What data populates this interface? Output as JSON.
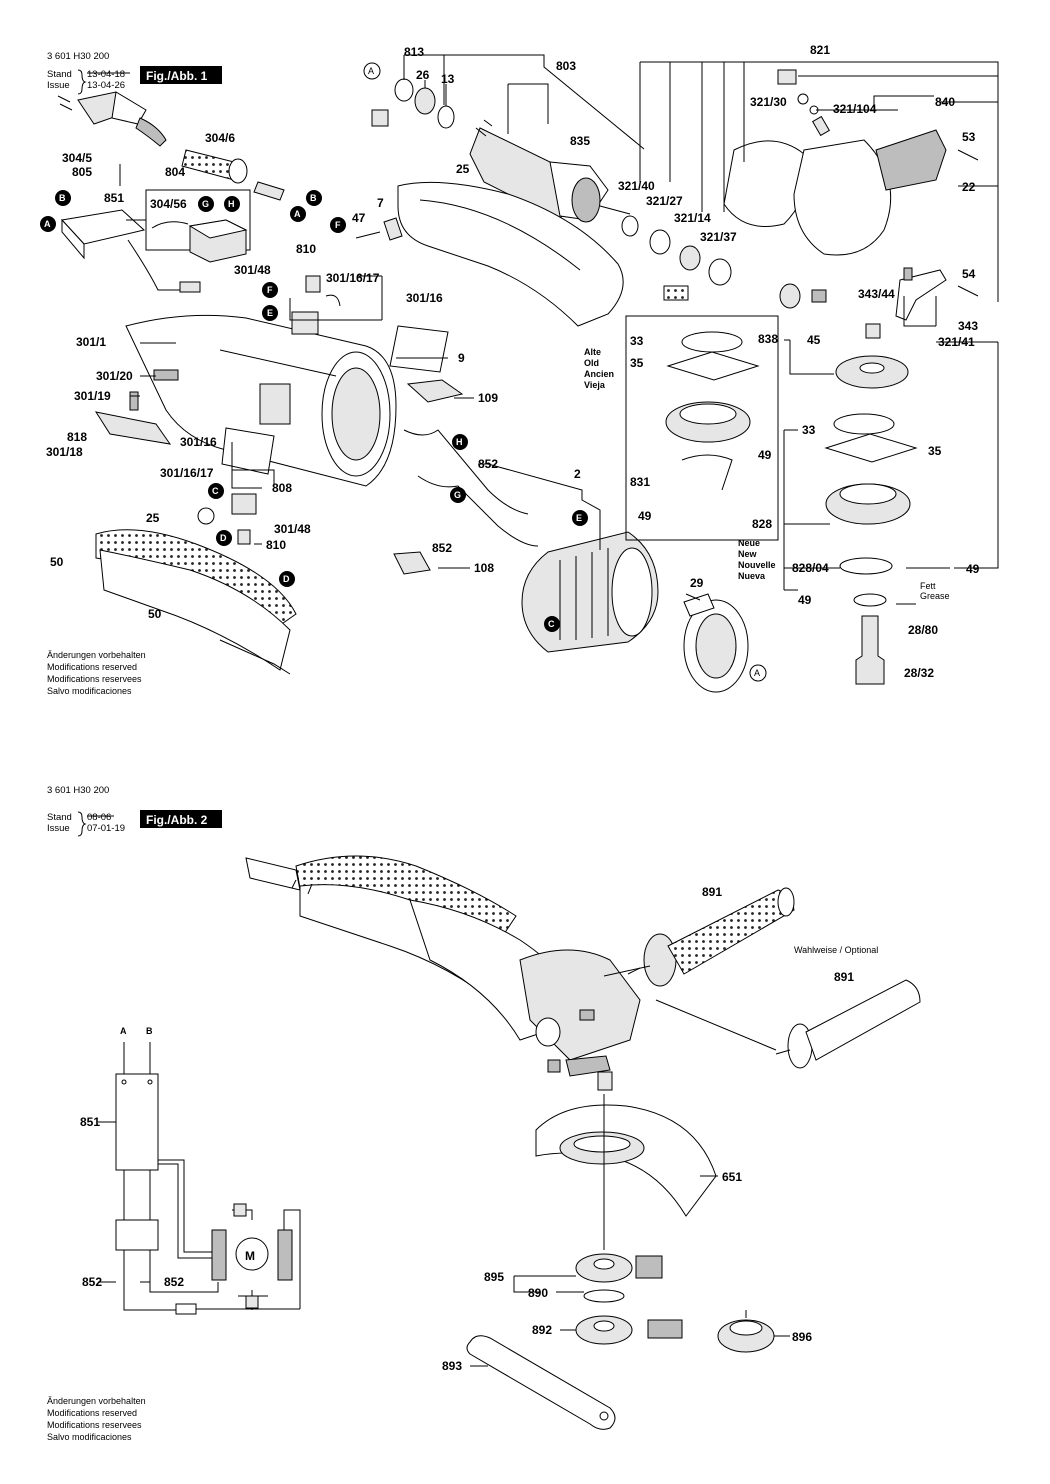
{
  "fig1": {
    "doc_number": "3 601 H30 200",
    "stand_label": "Stand",
    "issue_label": "Issue",
    "stand_old": "13-04-18",
    "stand_new": "13-04-26",
    "title": "Fig./Abb. 1",
    "footer": [
      "Änderungen vorbehalten",
      "Modifications reserved",
      "Modifications reservees",
      "Salvo modificaciones"
    ],
    "alt_legend": [
      "Alte",
      "Old",
      "Ancien",
      "Vieja"
    ],
    "new_legend": [
      "Neue",
      "New",
      "Nouvelle",
      "Nueva"
    ],
    "grease_note": [
      "Fett",
      "Grease"
    ],
    "markers": [
      "A",
      "B",
      "C",
      "D",
      "E",
      "F",
      "G",
      "H"
    ],
    "parts": {
      "p813": "813",
      "p26": "26",
      "p13": "13",
      "p803": "803",
      "p821": "821",
      "p835": "835",
      "p321_30": "321/30",
      "p321_104": "321/104",
      "p840": "840",
      "p53": "53",
      "p22": "22",
      "p304_6": "304/6",
      "p304_5": "304/5",
      "p805": "805",
      "p804": "804",
      "p304_56": "304/56",
      "p851": "851",
      "p25a": "25",
      "p7": "7",
      "p47": "47",
      "p321_40": "321/40",
      "p321_27": "321/27",
      "p321_14": "321/14",
      "p321_37": "321/37",
      "p810a": "810",
      "p301_48a": "301/48",
      "p301_16_17a": "301/16/17",
      "p301_16a": "301/16",
      "p54": "54",
      "p343_44": "343/44",
      "p343": "343",
      "p321_41": "321/41",
      "p838": "838",
      "p45": "45",
      "p301_1": "301/1",
      "p9": "9",
      "p33a": "33",
      "p35a": "35",
      "p301_20": "301/20",
      "p109": "109",
      "p301_19": "301/19",
      "p49a": "49",
      "p818": "818",
      "p301_18": "301/18",
      "p33b": "33",
      "p35b": "35",
      "p301_16b": "301/16",
      "p852a": "852",
      "p301_16_17b": "301/16/17",
      "p2": "2",
      "p808": "808",
      "p831": "831",
      "p49b": "49",
      "p301_48b": "301/48",
      "p828": "828",
      "p25b": "25",
      "p810b": "810",
      "p852b": "852",
      "p828_04": "828/04",
      "p49c": "49",
      "p50a": "50",
      "p108": "108",
      "p29": "29",
      "p49d": "49",
      "p28_80": "28/80",
      "p50b": "50",
      "p28_32": "28/32"
    }
  },
  "fig2": {
    "doc_number": "3 601 H30 200",
    "stand_label": "Stand",
    "issue_label": "Issue",
    "stand_old": "08-06",
    "stand_new": "07-01-19",
    "title": "Fig./Abb. 2",
    "optional_note": "Wahlweise / Optional",
    "footer": [
      "Änderungen vorbehalten",
      "Modifications reserved",
      "Modifications reservees",
      "Salvo modificaciones"
    ],
    "schematic": {
      "terminal_a": "A",
      "terminal_b": "B",
      "motor": "M"
    },
    "parts": {
      "p891a": "891",
      "p891b": "891",
      "p851": "851",
      "p651": "651",
      "p852a": "852",
      "p852b": "852",
      "p895": "895",
      "p890": "890",
      "p892": "892",
      "p896": "896",
      "p893": "893"
    }
  }
}
